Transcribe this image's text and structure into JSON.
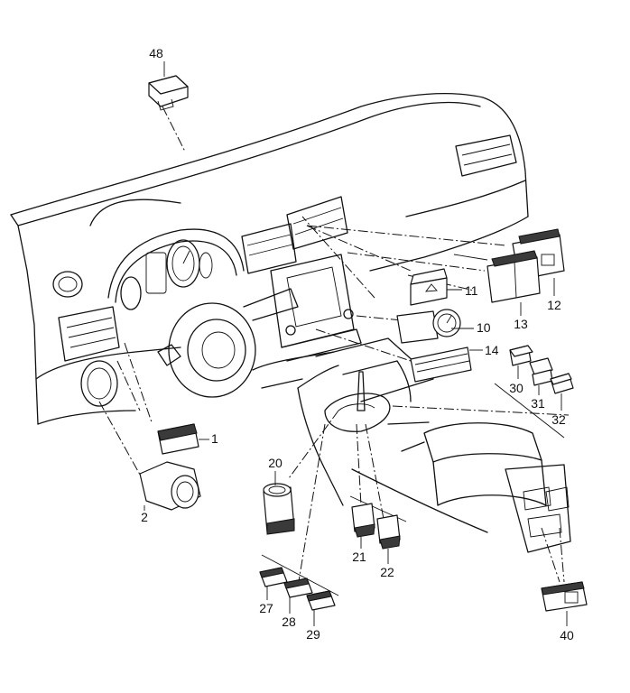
{
  "highlight_color": "#f07a2a",
  "callouts": [
    {
      "id": "48",
      "text": "48"
    },
    {
      "id": "11",
      "text": "11"
    },
    {
      "id": "12",
      "text": "12"
    },
    {
      "id": "13",
      "text": "13"
    },
    {
      "id": "10",
      "text": "10"
    },
    {
      "id": "14",
      "text": "14"
    },
    {
      "id": "30",
      "text": "30"
    },
    {
      "id": "31",
      "text": "31"
    },
    {
      "id": "32",
      "text": "32"
    },
    {
      "id": "1",
      "text": "1"
    },
    {
      "id": "2",
      "text": "2"
    },
    {
      "id": "20",
      "text": "20"
    },
    {
      "id": "21",
      "text": "21"
    },
    {
      "id": "22",
      "text": "22"
    },
    {
      "id": "27",
      "text": "27"
    },
    {
      "id": "28",
      "text": "28"
    },
    {
      "id": "29",
      "text": "29"
    },
    {
      "id": "40",
      "text": "40"
    }
  ]
}
